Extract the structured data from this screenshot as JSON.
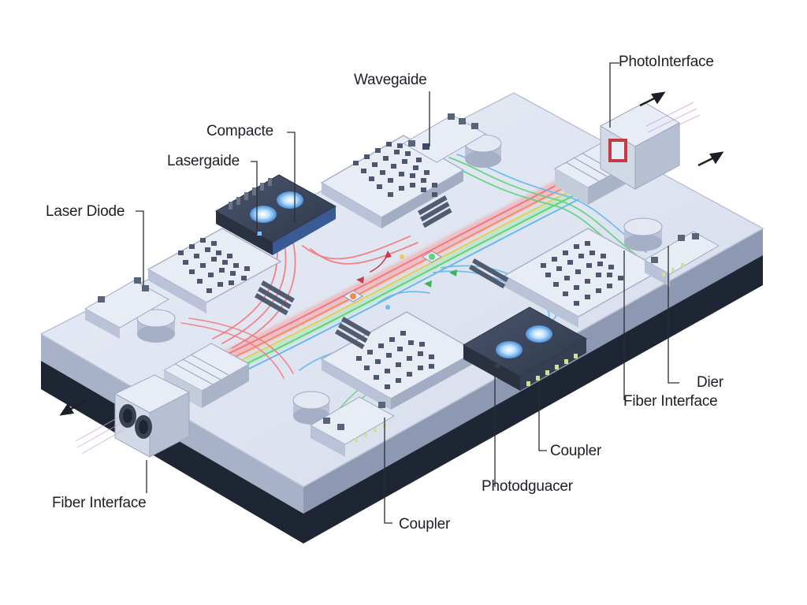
{
  "colors": {
    "board_top": "#dfe5f1",
    "board_side": "#9ea9c2",
    "board_base": "#1f2633",
    "chip": "#3b4658",
    "pad": "#5b6578",
    "waveguide_red": "#f3787c",
    "waveguide_green": "#5fd37a",
    "waveguide_blue": "#6ab8f2",
    "leader": "#2a2d35"
  },
  "icons": {
    "laser_diode": "laser-diode-icon",
    "fiber_connector": "fiber-connector-icon",
    "photodetector": "photodetector-icon",
    "direction_arrow": "arrow-icon"
  },
  "labels": {
    "waveguide": "Wavegaide",
    "photo_interface": "PhotoInterface",
    "compacte": "Compacte",
    "lasergaide": "Lasergaide",
    "laser_diode": "Laser Diode",
    "dier": "Dier",
    "fiber_interface_right": "Fiber Interface",
    "coupler_right": "Coupler",
    "photodguacer": "Photodguacer",
    "fiber_interface_left": "Fiber Interface",
    "coupler_bottom": "Coupler"
  }
}
